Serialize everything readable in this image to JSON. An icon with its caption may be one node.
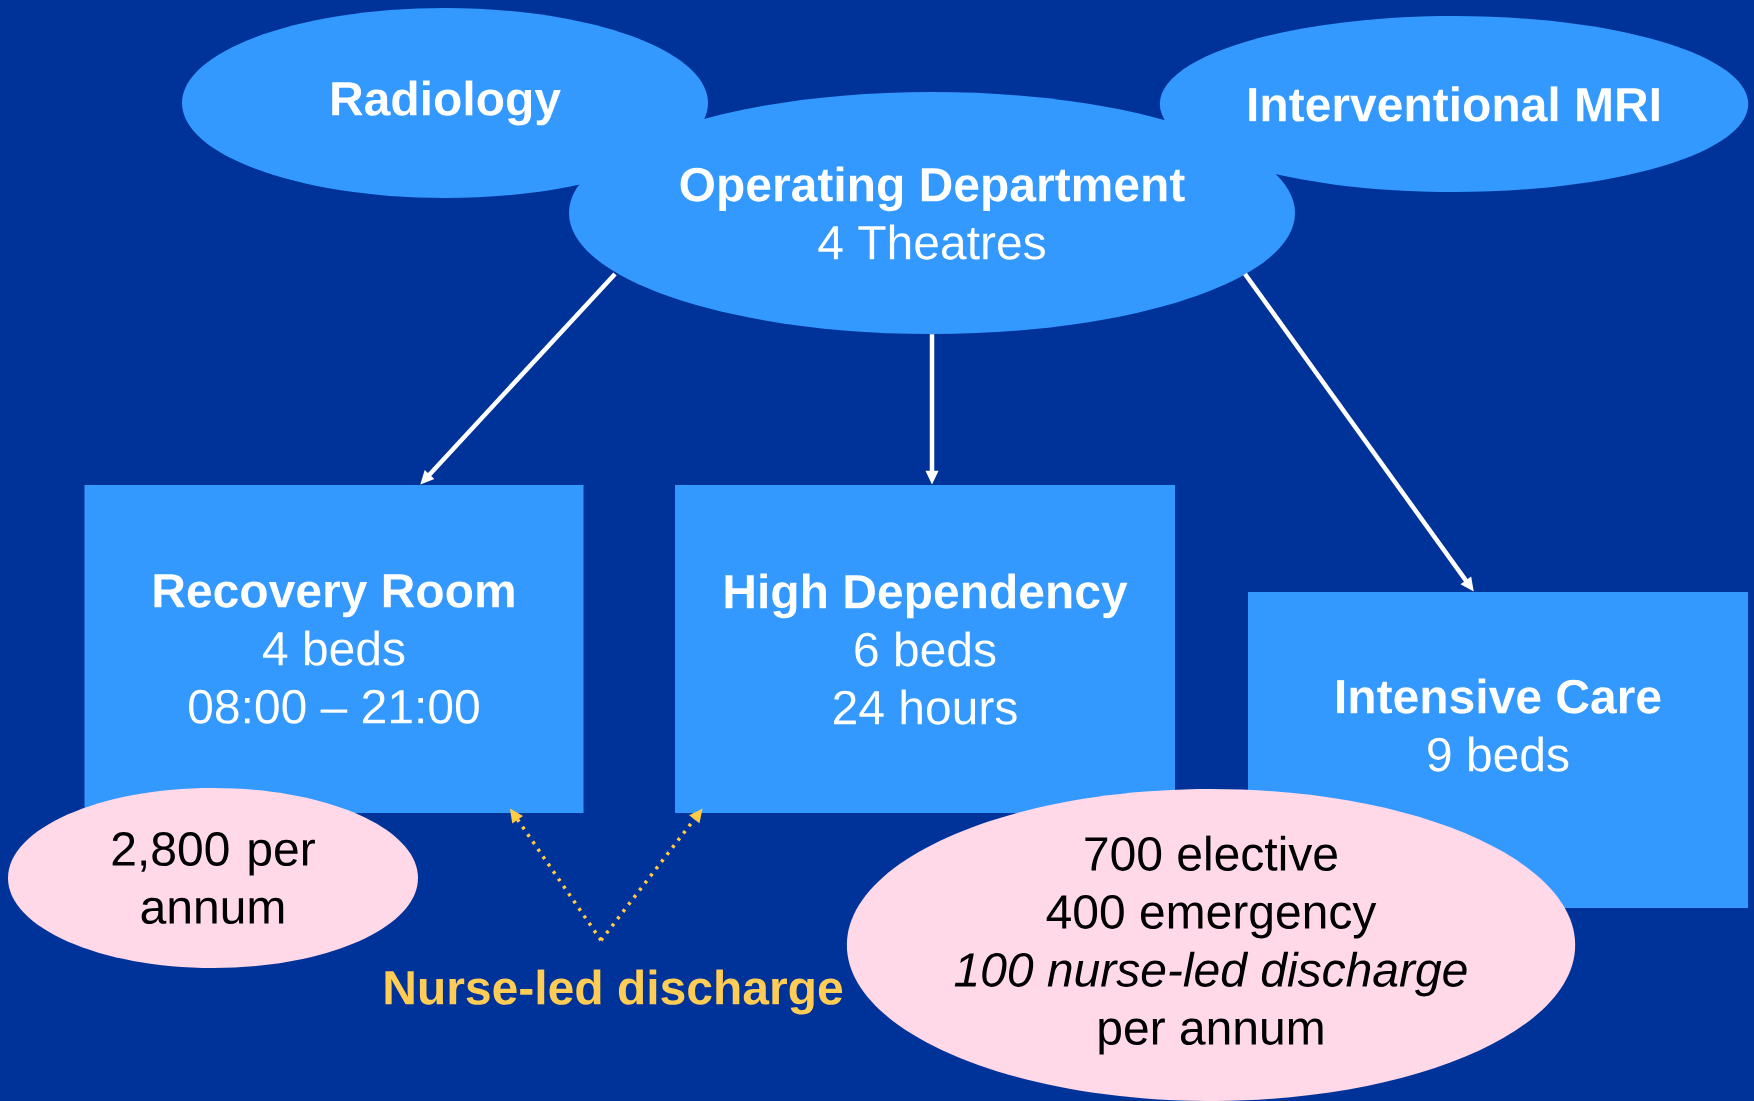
{
  "diagram": {
    "nodes": [
      {
        "text": [
          "Radiology"
        ]
      },
      {
        "text": [
          "Interventional MRI"
        ]
      },
      {
        "text": [
          "Operating Department",
          "4 Theatres"
        ]
      },
      {
        "text": [
          "Recovery Room",
          "4 beds",
          "08:00 – 21:00"
        ]
      },
      {
        "text": [
          "High Dependency",
          "6 beds",
          "24 hours"
        ]
      },
      {
        "text": [
          "Intensive Care",
          "9 beds"
        ]
      },
      {
        "text": [
          "2,800 per annum"
        ]
      },
      {
        "text": [
          "700 elective",
          "400 emergency",
          "100 nurse-led discharge",
          "per annum"
        ]
      },
      {
        "text": [
          "Nurse-led discharge"
        ]
      }
    ],
    "edges": [
      {
        "from": 2,
        "to": 3,
        "arrow": "to"
      },
      {
        "from": 2,
        "to": 4,
        "arrow": "to"
      },
      {
        "from": 2,
        "to": 5,
        "arrow": "to"
      },
      {
        "from": 8,
        "to": 3,
        "arrow": "to",
        "style": "dashed",
        "color": "#ffcc44"
      },
      {
        "from": 8,
        "to": 4,
        "arrow": "to",
        "style": "dashed",
        "color": "#ffcc44"
      }
    ]
  }
}
